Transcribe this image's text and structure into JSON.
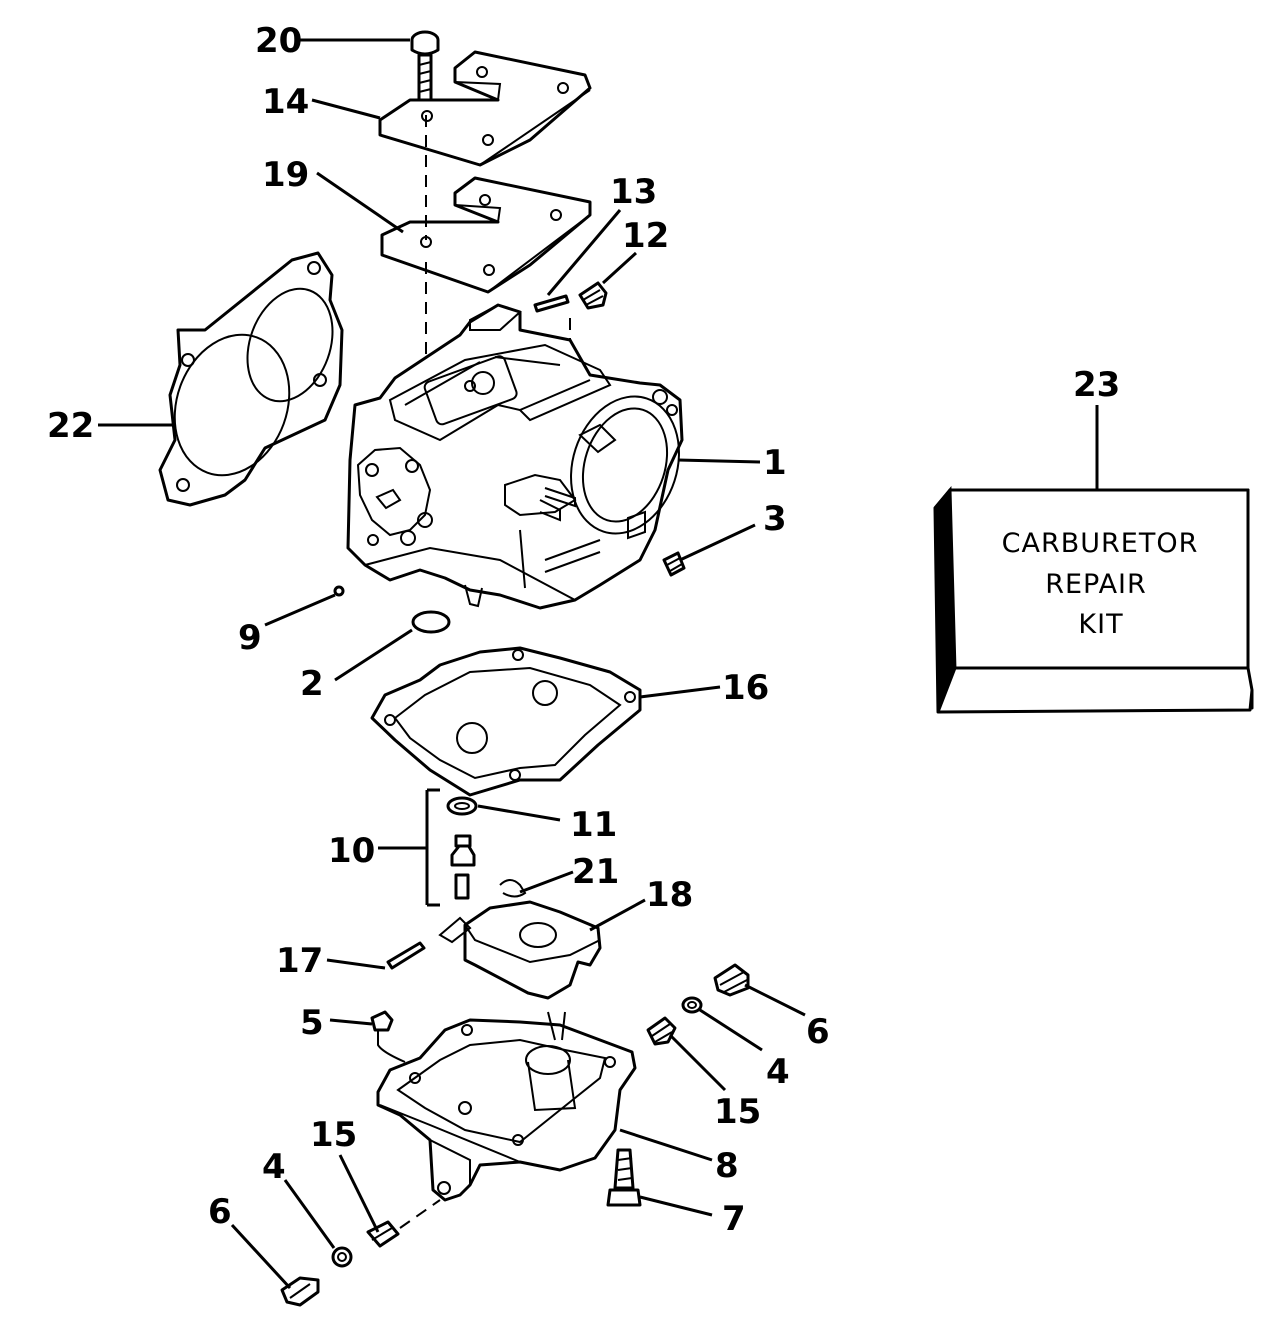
{
  "callouts": {
    "c1": "1",
    "c2": "2",
    "c3": "3",
    "c4a": "4",
    "c4b": "4",
    "c5": "5",
    "c6a": "6",
    "c6b": "6",
    "c7": "7",
    "c8": "8",
    "c9": "9",
    "c10": "10",
    "c11": "11",
    "c12": "12",
    "c13": "13",
    "c14": "14",
    "c15a": "15",
    "c15b": "15",
    "c16": "16",
    "c17": "17",
    "c18": "18",
    "c19": "19",
    "c20": "20",
    "c21": "21",
    "c22": "22",
    "c23": "23"
  },
  "kit_box": {
    "line1": "CARBURETOR",
    "line2": "REPAIR",
    "line3": "KIT"
  }
}
